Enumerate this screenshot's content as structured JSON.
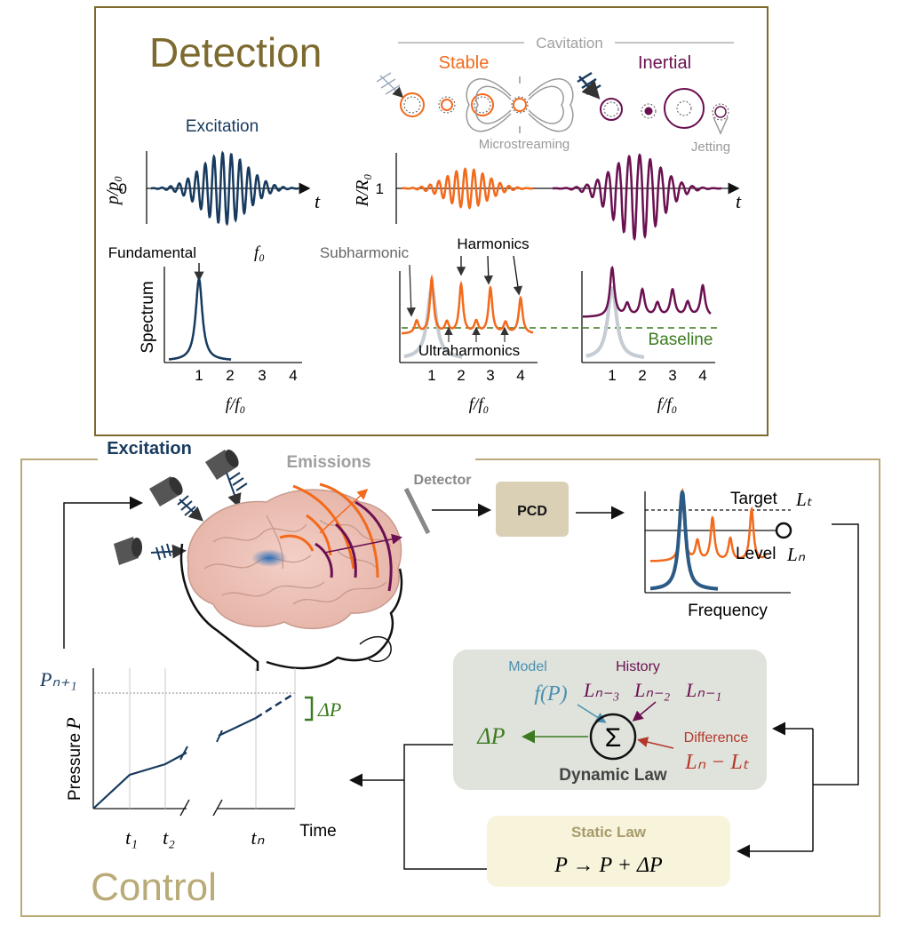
{
  "detection": {
    "title": "Detection",
    "cavitation": "Cavitation",
    "stable": "Stable",
    "inertial": "Inertial",
    "microstreaming": "Microstreaming",
    "jetting": "Jetting",
    "excitation": "Excitation",
    "ylabel_pressure": "p/p₀",
    "ylabel_radius": "R/R₀",
    "zero": "0",
    "one": "1",
    "t1": "t",
    "t2": "t",
    "fundamental": "Fundamental",
    "f0": "f₀",
    "spectrum": "Spectrum",
    "subharmonic": "Subharmonic",
    "harmonics": "Harmonics",
    "ultraharmonics": "Ultraharmonics",
    "baseline": "Baseline",
    "ticks": [
      "1",
      "2",
      "3",
      "4"
    ],
    "xlabel": "f/f₀"
  },
  "control": {
    "title": "Control",
    "excitation": "Excitation",
    "emissions": "Emissions",
    "detector": "Detector",
    "pcd": "PCD",
    "target": "Target",
    "target_sym": "Lₜ",
    "level": "Level",
    "level_sym": "Lₙ",
    "frequency": "Frequency",
    "pn1": "Pₙ₊₁",
    "delta_p": "ΔP",
    "pressure": "Pressure",
    "p_sym": "P",
    "time": "Time",
    "t1": "t₁",
    "t2": "t₂",
    "tn": "tₙ",
    "model": "Model",
    "model_fn": "f(P)",
    "history": "History",
    "history_terms": [
      "Lₙ₋₃",
      "Lₙ₋₂",
      "Lₙ₋₁"
    ],
    "sigma": "Σ",
    "difference": "Difference",
    "difference_expr": "Lₙ − Lₜ",
    "delta_out": "ΔP",
    "dynamic_law": "Dynamic Law",
    "static_law": "Static Law",
    "static_expr": "P → P + ΔP"
  },
  "colors": {
    "gold": "#7c6a2e",
    "navy": "#173a5e",
    "orange": "#f26a1b",
    "purple": "#6b1050",
    "green": "#3c7a1f",
    "gray": "#9a9a9a",
    "red": "#b5372a",
    "teal": "#4a8fb0"
  }
}
